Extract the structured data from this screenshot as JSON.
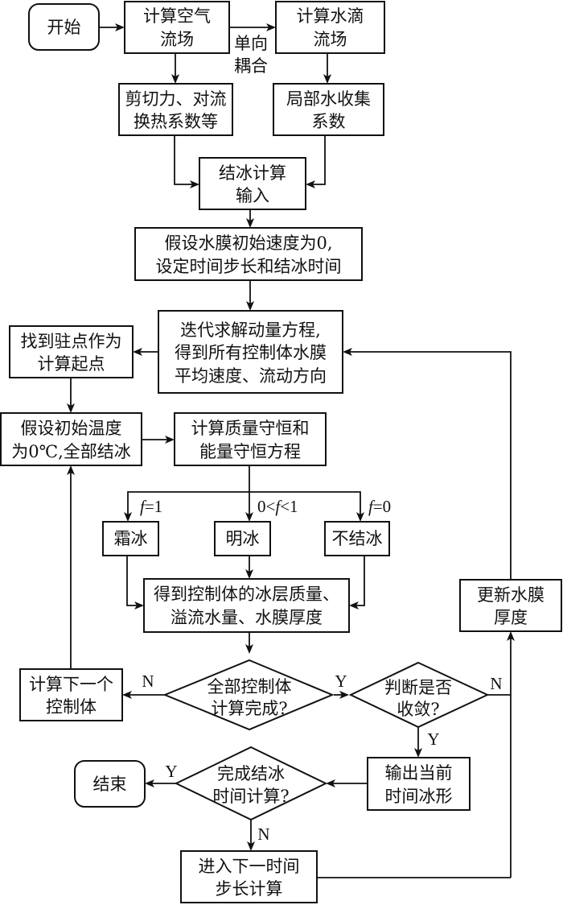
{
  "diagram": {
    "type": "flowchart",
    "nodes": {
      "start": {
        "shape": "terminal",
        "lines": [
          "开始"
        ]
      },
      "air_flow": {
        "shape": "process",
        "lines": [
          "计算空气",
          "流场"
        ]
      },
      "droplet_flow": {
        "shape": "process",
        "lines": [
          "计算水滴",
          "流场"
        ]
      },
      "shear_heat": {
        "shape": "process",
        "lines": [
          "剪切力、对流",
          "换热系数等"
        ]
      },
      "collection": {
        "shape": "process",
        "lines": [
          "局部水收集",
          "系数"
        ]
      },
      "icing_input": {
        "shape": "process",
        "lines": [
          "结冰计算",
          "输入"
        ]
      },
      "init_film": {
        "shape": "process",
        "lines": [
          "假设水膜初始速度为0,",
          "设定时间步长和结冰时间"
        ]
      },
      "momentum": {
        "shape": "process",
        "lines": [
          "迭代求解动量方程,",
          "得到所有控制体水膜",
          "平均速度、流动方向"
        ]
      },
      "stagnation": {
        "shape": "process",
        "lines": [
          "找到驻点作为",
          "计算起点"
        ]
      },
      "init_temp": {
        "shape": "process",
        "lines": [
          "假设初始温度",
          "为0℃,全部结冰"
        ]
      },
      "conservation": {
        "shape": "process",
        "lines": [
          "计算质量守恒和",
          "能量守恒方程"
        ]
      },
      "rime": {
        "shape": "process",
        "lines": [
          "霜冰"
        ]
      },
      "glaze": {
        "shape": "process",
        "lines": [
          "明冰"
        ]
      },
      "no_ice": {
        "shape": "process",
        "lines": [
          "不结冰"
        ]
      },
      "results": {
        "shape": "process",
        "lines": [
          "得到控制体的冰层质量、",
          "溢流水量、水膜厚度"
        ]
      },
      "all_done": {
        "shape": "decision",
        "lines": [
          "全部控制体",
          "计算完成?"
        ]
      },
      "next_cv": {
        "shape": "process",
        "lines": [
          "计算下一个",
          "控制体"
        ]
      },
      "converged": {
        "shape": "decision",
        "lines": [
          "判断是否",
          "收敛?"
        ]
      },
      "update_film": {
        "shape": "process",
        "lines": [
          "更新水膜",
          "厚度"
        ]
      },
      "output_shape": {
        "shape": "process",
        "lines": [
          "输出当前",
          "时间冰形"
        ]
      },
      "time_done": {
        "shape": "decision",
        "lines": [
          "完成结冰",
          "时间计算?"
        ]
      },
      "end": {
        "shape": "terminal",
        "lines": [
          "结束"
        ]
      },
      "next_step": {
        "shape": "process",
        "lines": [
          "进入下一时间",
          "步长计算"
        ]
      }
    },
    "edge_labels": {
      "coupling": [
        "单向",
        "耦合"
      ],
      "f_rime": {
        "var": "f",
        "text": "=1"
      },
      "f_glaze": {
        "pre": "0<",
        "var": "f",
        "post": "<1"
      },
      "f_none": {
        "var": "f",
        "text": "=0"
      },
      "all_done_no": "N",
      "all_done_yes": "Y",
      "converged_no": "N",
      "converged_yes": "Y",
      "time_done_yes": "Y",
      "time_done_no": "N"
    },
    "edges": [
      [
        "start",
        "air_flow"
      ],
      [
        "air_flow",
        "droplet_flow",
        "单向耦合"
      ],
      [
        "air_flow",
        "shear_heat"
      ],
      [
        "droplet_flow",
        "collection"
      ],
      [
        "shear_heat",
        "icing_input"
      ],
      [
        "collection",
        "icing_input"
      ],
      [
        "icing_input",
        "init_film"
      ],
      [
        "init_film",
        "momentum"
      ],
      [
        "momentum",
        "stagnation"
      ],
      [
        "stagnation",
        "init_temp"
      ],
      [
        "init_temp",
        "conservation"
      ],
      [
        "conservation",
        "rime",
        "f=1"
      ],
      [
        "conservation",
        "glaze",
        "0<f<1"
      ],
      [
        "conservation",
        "no_ice",
        "f=0"
      ],
      [
        "rime",
        "results"
      ],
      [
        "glaze",
        "results"
      ],
      [
        "no_ice",
        "results"
      ],
      [
        "results",
        "all_done"
      ],
      [
        "all_done",
        "next_cv",
        "N"
      ],
      [
        "next_cv",
        "init_temp"
      ],
      [
        "all_done",
        "converged",
        "Y"
      ],
      [
        "converged",
        "update_film",
        "N"
      ],
      [
        "update_film",
        "momentum"
      ],
      [
        "converged",
        "output_shape",
        "Y"
      ],
      [
        "output_shape",
        "time_done"
      ],
      [
        "time_done",
        "end",
        "Y"
      ],
      [
        "time_done",
        "next_step",
        "N"
      ],
      [
        "next_step",
        "update_film"
      ]
    ]
  }
}
